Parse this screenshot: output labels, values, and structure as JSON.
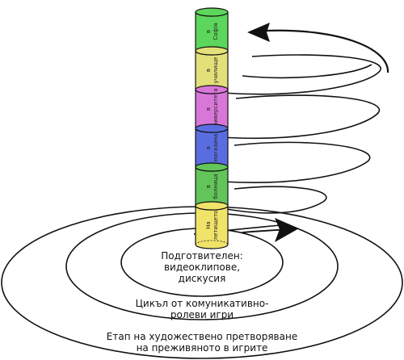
{
  "rings": [
    {
      "lines": [
        "Подготвителен:",
        "видеоклипове,",
        "дискусия"
      ]
    },
    {
      "lines": [
        "Цикъл от комуникативно-",
        "ролеви игри"
      ]
    },
    {
      "lines": [
        "Етап на художествено  претворяване",
        "на преживяното  в игрите"
      ]
    }
  ],
  "column_segments": [
    {
      "label": [
        "в",
        "Софія"
      ],
      "color": "#5cd65c"
    },
    {
      "label": [
        "в",
        "училище"
      ],
      "color": "#e3e07a"
    },
    {
      "label": [
        "в",
        "университета"
      ],
      "color": "#d977d9"
    },
    {
      "label": [
        "в",
        "магазина"
      ],
      "color": "#5a6de0"
    },
    {
      "label": [
        "в",
        "болница"
      ],
      "color": "#63c45a"
    },
    {
      "label": [
        "На",
        "летището"
      ],
      "color": "#f0e36a"
    }
  ],
  "colors": {
    "line": "#111111",
    "background": "#ffffff"
  }
}
